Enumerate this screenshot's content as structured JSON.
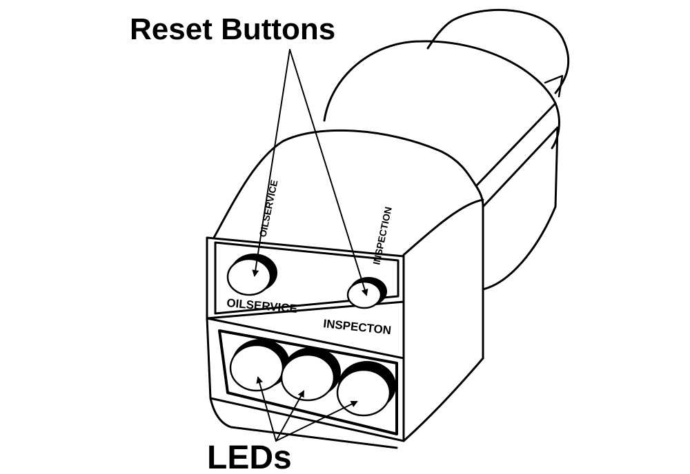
{
  "callouts": {
    "reset_buttons": "Reset Buttons",
    "leds": "LEDs"
  },
  "device_labels": {
    "oilservice_top": "OILSERVICE",
    "inspection_top": "INSPECTION",
    "oilservice_front": "OILSERVICE",
    "inspection_front": "INSPECTON"
  },
  "colors": {
    "ink": "#000000",
    "paper": "#ffffff"
  }
}
